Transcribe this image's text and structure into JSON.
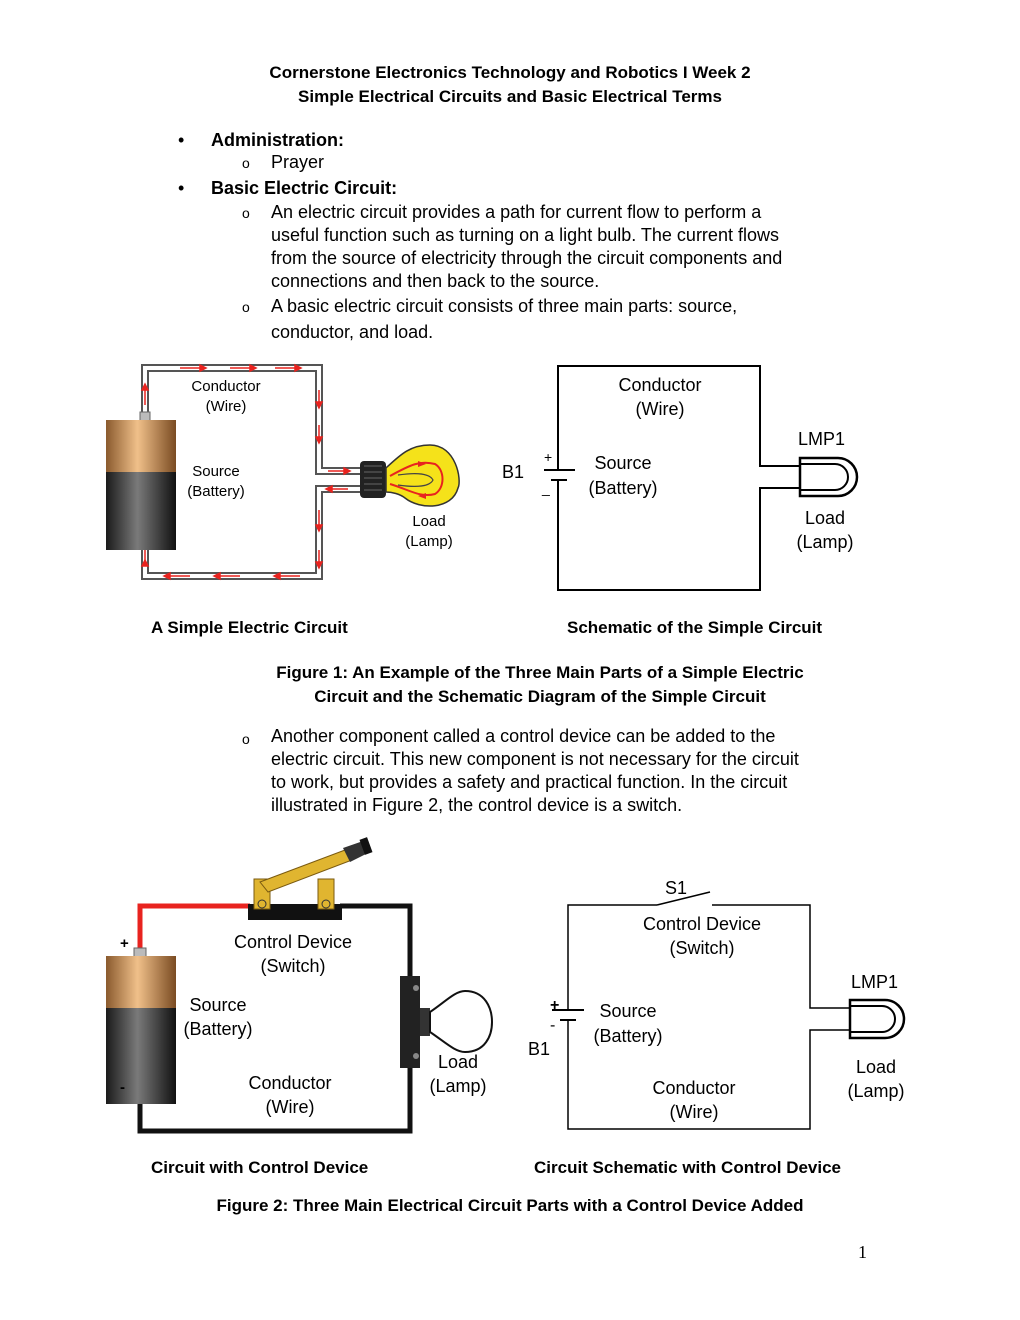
{
  "header": {
    "title_line1": "Cornerstone Electronics Technology and Robotics I Week 2",
    "title_line2": "Simple Electrical Circuits and Basic Electrical Terms"
  },
  "sections": {
    "administration": {
      "heading": "Administration:",
      "item": "Prayer"
    },
    "basic_circuit": {
      "heading": "Basic Electric Circuit:",
      "para1": [
        "An electric circuit provides a path for current flow to perform a",
        "useful function such as turning on a light bulb. The current flows",
        "from the source of electricity through the circuit components and",
        "connections and then back to the source."
      ],
      "para2": [
        "A basic electric circuit consists of three main parts: source,",
        "conductor, and load."
      ],
      "para3": [
        "Another component called a control device can be added to the",
        "electric circuit. This new component is not necessary for the circuit",
        "to work, but provides a safety and practical function. In the circuit",
        "illustrated in Figure 2, the control device is a switch."
      ]
    }
  },
  "figure1": {
    "left_labels": {
      "conductor": "Conductor",
      "wire": "(Wire)",
      "source": "Source",
      "battery": "(Battery)",
      "load": "Load",
      "lamp": "(Lamp)"
    },
    "right_labels": {
      "conductor": "Conductor",
      "wire": "(Wire)",
      "source": "Source",
      "battery": "(Battery)",
      "b1": "B1",
      "plus": "+",
      "minus": "_",
      "lmp1": "LMP1",
      "load": "Load",
      "lamp": "(Lamp)"
    },
    "caption_left": "A Simple Electric Circuit",
    "caption_right": "Schematic of the Simple Circuit",
    "title_line1": "Figure 1: An Example of the Three Main Parts of a Simple Electric",
    "title_line2": "Circuit and the Schematic Diagram of the Simple Circuit"
  },
  "figure2": {
    "left_labels": {
      "plus": "+",
      "minus": "-",
      "control": "Control Device",
      "switch": "(Switch)",
      "source": "Source",
      "battery": "(Battery)",
      "conductor": "Conductor",
      "wire": "(Wire)",
      "load": "Load",
      "lamp": "(Lamp)"
    },
    "right_labels": {
      "s1": "S1",
      "control": "Control Device",
      "switch": "(Switch)",
      "plus": "+",
      "minus": "-",
      "b1": "B1",
      "source": "Source",
      "battery": "(Battery)",
      "conductor": "Conductor",
      "wire": "(Wire)",
      "lmp1": "LMP1",
      "load": "Load",
      "lamp": "(Lamp)"
    },
    "caption_left": "Circuit with Control Device",
    "caption_right": "Circuit Schematic with Control Device",
    "title": "Figure 2: Three Main Electrical Circuit Parts with a Control Device Added"
  },
  "page_number": "1",
  "colors": {
    "wire_red": "#e8231f",
    "bulb_yellow": "#f5e21a",
    "battery_copper": "#c98a4e"
  }
}
